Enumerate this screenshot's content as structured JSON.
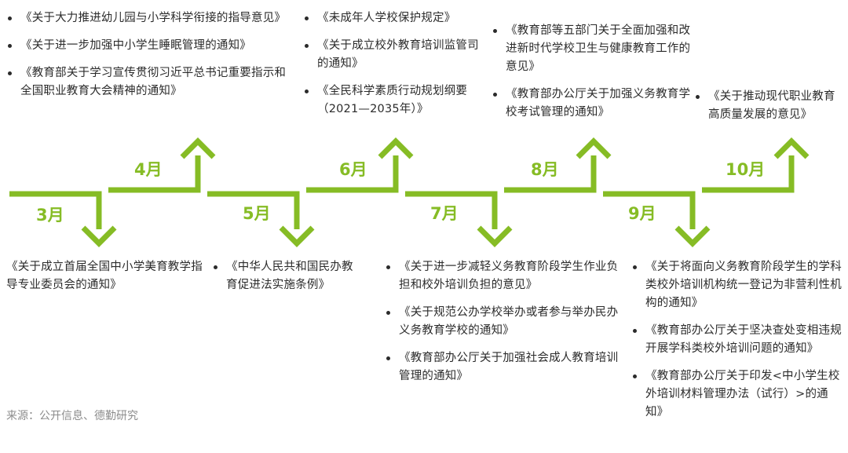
{
  "accent_color": "#86bc25",
  "months": [
    {
      "label": "3月",
      "direction": "down"
    },
    {
      "label": "4月",
      "direction": "up"
    },
    {
      "label": "5月",
      "direction": "down"
    },
    {
      "label": "6月",
      "direction": "up"
    },
    {
      "label": "7月",
      "direction": "down"
    },
    {
      "label": "8月",
      "direction": "up"
    },
    {
      "label": "9月",
      "direction": "down"
    },
    {
      "label": "10月",
      "direction": "up"
    }
  ],
  "top_groups": [
    {
      "items": [
        "《关于大力推进幼儿园与小学科学衔接的指导意见》",
        "《关于进一步加强中小学生睡眠管理的通知》",
        "《教育部关于学习宣传贯彻习近平总书记重要指示和全国职业教育大会精神的通知》"
      ]
    },
    {
      "items": [
        "《未成年人学校保护规定》",
        "《关于成立校外教育培训监管司的通知》",
        "《全民科学素质行动规划纲要（2021—2035年）》"
      ]
    },
    {
      "items": [
        "《教育部等五部门关于全面加强和改进新时代学校卫生与健康教育工作的意见》",
        "《教育部办公厅关于加强义务教育学校考试管理的通知》"
      ]
    },
    {
      "items": [
        "《关于推动现代职业教育高质量发展的意见》"
      ]
    }
  ],
  "bottom_groups": [
    {
      "items": [
        "《关于成立首届全国中小学美育教学指导专业委员会的通知》"
      ]
    },
    {
      "items": [
        "《中华人民共和国民办教育促进法实施条例》"
      ]
    },
    {
      "items": [
        "《关于进一步减轻义务教育阶段学生作业负担和校外培训负担的意见》",
        "《关于规范公办学校举办或者参与举办民办义务教育学校的通知》",
        "《教育部办公厅关于加强社会成人教育培训管理的通知》"
      ]
    },
    {
      "items": [
        "《关于将面向义务教育阶段学生的学科类校外培训机构统一登记为非营利性机构的通知》",
        "《教育部办公厅关于坚决查处变相违规开展学科类校外培训问题的通知》",
        "《教育部办公厅关于印发<中小学生校外培训材料管理办法（试行）>的通知》"
      ]
    }
  ],
  "source": "来源：公开信息、德勤研究"
}
